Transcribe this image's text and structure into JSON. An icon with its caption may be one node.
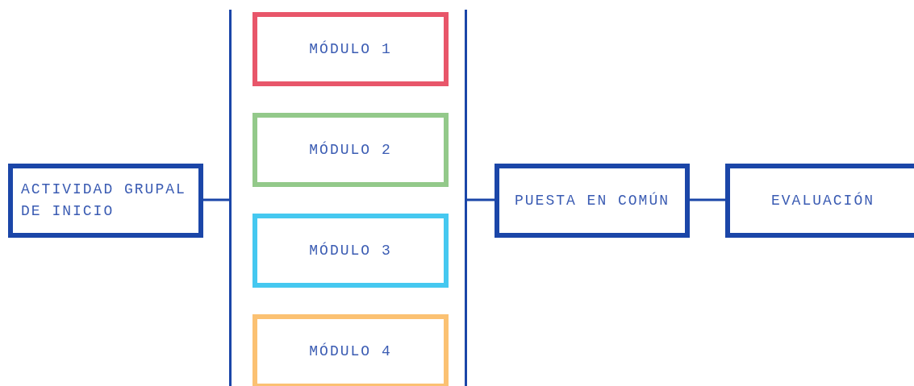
{
  "diagram": {
    "nodes": [
      {
        "text": [
          "ACTIVIDAD GRUPAL DE INICIO"
        ]
      },
      {
        "text": [],
        "shape": "bar"
      },
      {
        "text": [
          "MÓDULO 1"
        ]
      },
      {
        "text": [
          "MÓDULO 2"
        ]
      },
      {
        "text": [
          "MÓDULO 3"
        ]
      },
      {
        "text": [
          "MÓDULO 4"
        ]
      },
      {
        "text": [],
        "shape": "bar"
      },
      {
        "text": [
          "PUESTA EN COMÚN"
        ]
      },
      {
        "text": [
          "EVALUACIÓN"
        ]
      }
    ],
    "edges": [
      {
        "from": 0,
        "to": 1,
        "arrow": "none"
      },
      {
        "from": 6,
        "to": 7,
        "arrow": "none"
      },
      {
        "from": 7,
        "to": 8,
        "arrow": "none"
      }
    ]
  }
}
